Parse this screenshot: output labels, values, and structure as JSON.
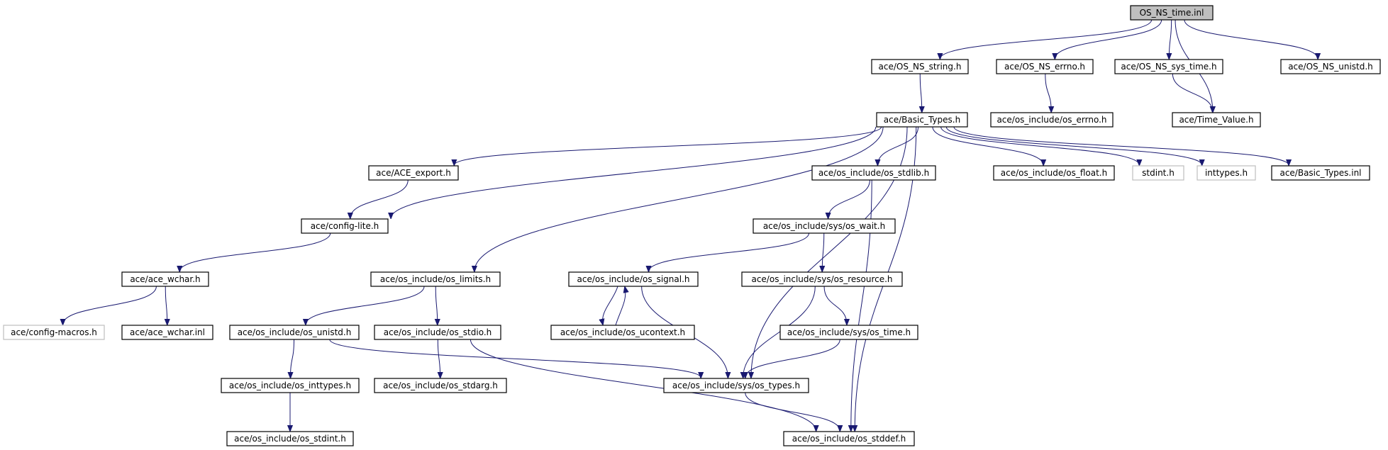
{
  "diagram": {
    "colors": {
      "edge": "#191970",
      "node_border": "#000000",
      "missing_border": "#bfbfbf",
      "root_fill": "#bfbfbf"
    },
    "nodes": [
      {
        "id": "os_ns_time_inl",
        "label": "OS_NS_time.inl",
        "root": true
      },
      {
        "id": "os_ns_string",
        "label": "ace/OS_NS_string.h"
      },
      {
        "id": "os_ns_errno",
        "label": "ace/OS_NS_errno.h"
      },
      {
        "id": "os_ns_sys_time",
        "label": "ace/OS_NS_sys_time.h"
      },
      {
        "id": "os_ns_unistd",
        "label": "ace/OS_NS_unistd.h"
      },
      {
        "id": "basic_types",
        "label": "ace/Basic_Types.h"
      },
      {
        "id": "os_errno",
        "label": "ace/os_include/os_errno.h"
      },
      {
        "id": "time_value",
        "label": "ace/Time_Value.h"
      },
      {
        "id": "ace_export",
        "label": "ace/ACE_export.h"
      },
      {
        "id": "os_stdlib",
        "label": "ace/os_include/os_stdlib.h"
      },
      {
        "id": "os_float",
        "label": "ace/os_include/os_float.h"
      },
      {
        "id": "stdint",
        "label": "stdint.h",
        "missing": true
      },
      {
        "id": "inttypes",
        "label": "inttypes.h",
        "missing": true
      },
      {
        "id": "basic_types_inl",
        "label": "ace/Basic_Types.inl"
      },
      {
        "id": "config_lite",
        "label": "ace/config-lite.h"
      },
      {
        "id": "sys_os_wait",
        "label": "ace/os_include/sys/os_wait.h"
      },
      {
        "id": "ace_wchar",
        "label": "ace/ace_wchar.h"
      },
      {
        "id": "os_limits",
        "label": "ace/os_include/os_limits.h"
      },
      {
        "id": "os_signal",
        "label": "ace/os_include/os_signal.h"
      },
      {
        "id": "sys_os_resource",
        "label": "ace/os_include/sys/os_resource.h"
      },
      {
        "id": "config_macros",
        "label": "ace/config-macros.h",
        "missing": true
      },
      {
        "id": "ace_wchar_inl",
        "label": "ace/ace_wchar.inl"
      },
      {
        "id": "os_unistd",
        "label": "ace/os_include/os_unistd.h"
      },
      {
        "id": "os_stdio",
        "label": "ace/os_include/os_stdio.h"
      },
      {
        "id": "os_ucontext",
        "label": "ace/os_include/os_ucontext.h"
      },
      {
        "id": "sys_os_time",
        "label": "ace/os_include/sys/os_time.h"
      },
      {
        "id": "os_inttypes",
        "label": "ace/os_include/os_inttypes.h"
      },
      {
        "id": "os_stdarg",
        "label": "ace/os_include/os_stdarg.h"
      },
      {
        "id": "sys_os_types",
        "label": "ace/os_include/sys/os_types.h"
      },
      {
        "id": "os_stdint",
        "label": "ace/os_include/os_stdint.h"
      },
      {
        "id": "os_stddef",
        "label": "ace/os_include/os_stddef.h"
      }
    ],
    "edges": [
      [
        "os_ns_time_inl",
        "os_ns_string"
      ],
      [
        "os_ns_time_inl",
        "os_ns_errno"
      ],
      [
        "os_ns_time_inl",
        "os_ns_sys_time"
      ],
      [
        "os_ns_time_inl",
        "os_ns_unistd"
      ],
      [
        "os_ns_time_inl",
        "time_value"
      ],
      [
        "os_ns_string",
        "basic_types"
      ],
      [
        "os_ns_errno",
        "os_errno"
      ],
      [
        "os_ns_sys_time",
        "time_value"
      ],
      [
        "basic_types",
        "ace_export"
      ],
      [
        "basic_types",
        "config_lite"
      ],
      [
        "basic_types",
        "os_limits"
      ],
      [
        "basic_types",
        "sys_os_types"
      ],
      [
        "basic_types",
        "os_stdlib"
      ],
      [
        "basic_types",
        "os_stddef"
      ],
      [
        "basic_types",
        "os_float"
      ],
      [
        "basic_types",
        "stdint"
      ],
      [
        "basic_types",
        "inttypes"
      ],
      [
        "basic_types",
        "basic_types_inl"
      ],
      [
        "ace_export",
        "config_lite"
      ],
      [
        "config_lite",
        "ace_wchar"
      ],
      [
        "ace_wchar",
        "config_macros"
      ],
      [
        "ace_wchar",
        "ace_wchar_inl"
      ],
      [
        "os_limits",
        "os_unistd"
      ],
      [
        "os_limits",
        "os_stdio"
      ],
      [
        "os_unistd",
        "os_inttypes"
      ],
      [
        "os_unistd",
        "sys_os_types"
      ],
      [
        "os_inttypes",
        "os_stdint"
      ],
      [
        "os_stdio",
        "os_stdarg"
      ],
      [
        "os_stdio",
        "os_stddef"
      ],
      [
        "os_stdlib",
        "sys_os_wait"
      ],
      [
        "os_stdlib",
        "os_stddef"
      ],
      [
        "sys_os_wait",
        "os_signal"
      ],
      [
        "sys_os_wait",
        "sys_os_resource"
      ],
      [
        "os_signal",
        "os_ucontext"
      ],
      [
        "os_ucontext",
        "os_signal"
      ],
      [
        "os_signal",
        "sys_os_types"
      ],
      [
        "sys_os_resource",
        "sys_os_time"
      ],
      [
        "sys_os_resource",
        "sys_os_types"
      ],
      [
        "sys_os_time",
        "sys_os_types"
      ],
      [
        "sys_os_types",
        "os_stddef"
      ]
    ]
  }
}
